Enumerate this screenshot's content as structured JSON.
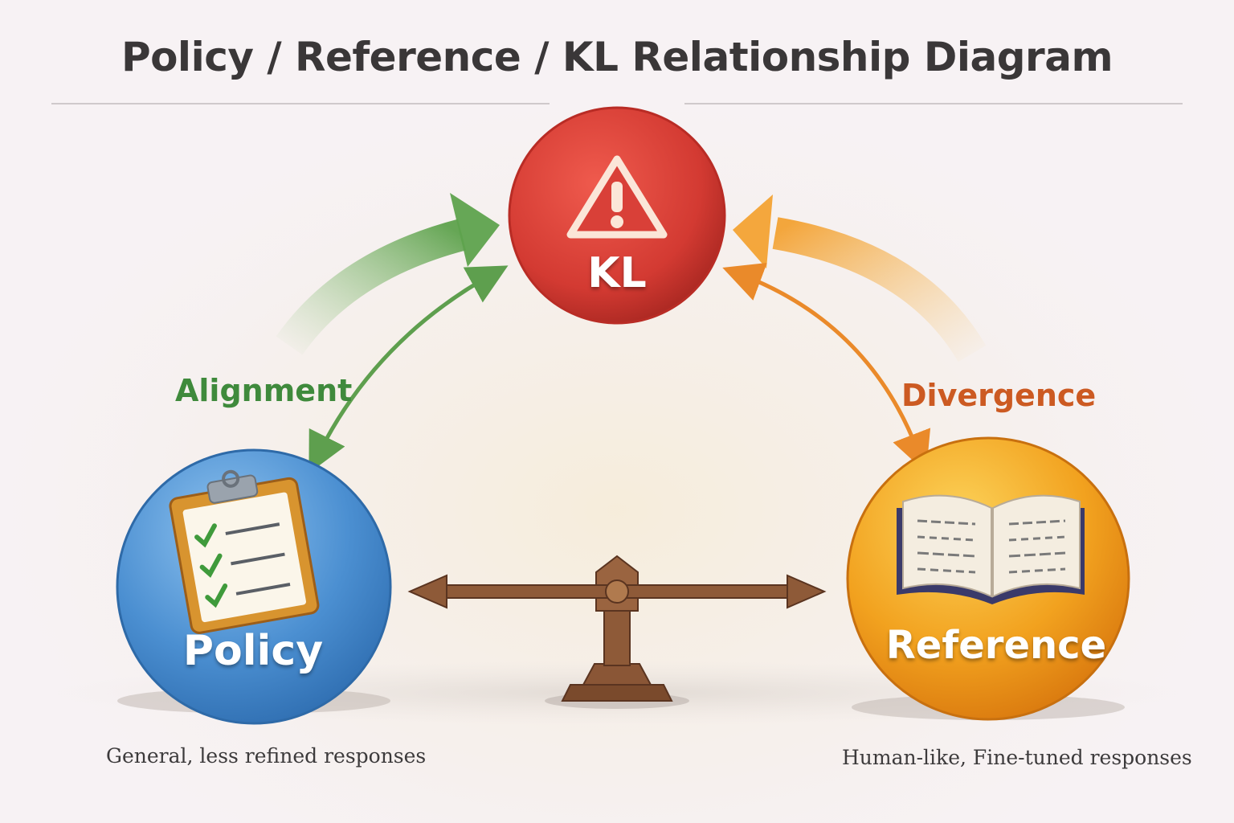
{
  "title": "Policy / Reference / KL Relationship Diagram",
  "nodes": {
    "kl": {
      "label": "KL",
      "icon": "warning-triangle-icon",
      "color": "#d53a33"
    },
    "policy": {
      "label": "Policy",
      "icon": "clipboard-checklist-icon",
      "color": "#4a8fd0"
    },
    "reference": {
      "label": "Reference",
      "icon": "open-book-icon",
      "color": "#f0a020"
    }
  },
  "edges": {
    "alignment": {
      "label": "Alignment",
      "color": "#3f8a3c"
    },
    "divergence": {
      "label": "Divergence",
      "color": "#cc5a22"
    }
  },
  "balance": {
    "icon": "balance-scale-icon",
    "color": "#8a5a3a"
  },
  "captions": {
    "policy": "General, less refined responses",
    "reference": "Human-like, Fine-tuned responses"
  }
}
